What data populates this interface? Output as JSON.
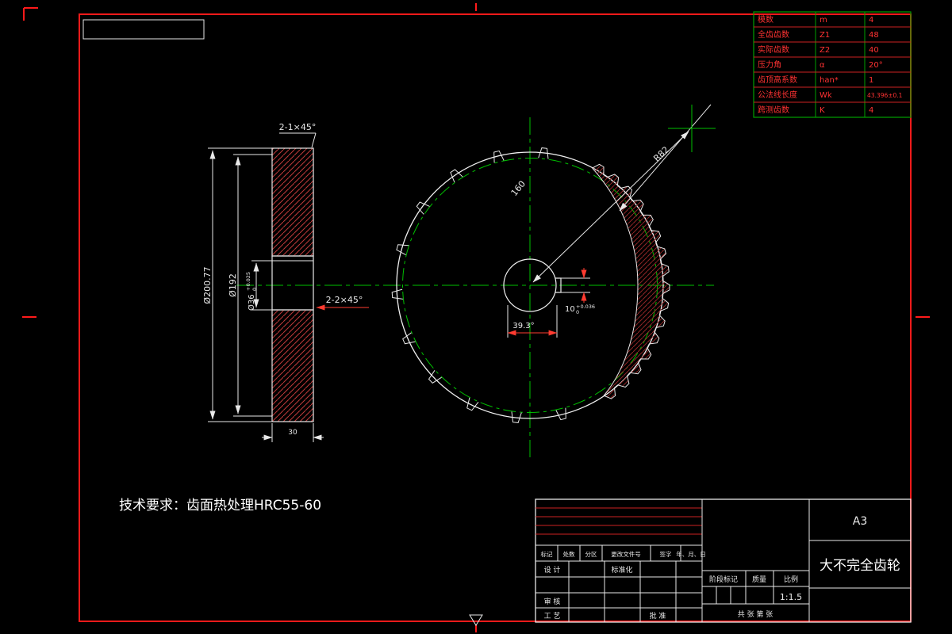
{
  "param_table": {
    "rows": [
      {
        "label": "模数",
        "symbol": "m",
        "value": "4"
      },
      {
        "label": "全齿齿数",
        "symbol": "Z1",
        "value": "48"
      },
      {
        "label": "实际齿数",
        "symbol": "Z2",
        "value": "40"
      },
      {
        "label": "压力角",
        "symbol": "α",
        "value": "20°"
      },
      {
        "label": "齿顶高系数",
        "symbol": "han*",
        "value": "1"
      },
      {
        "label": "公法线长度",
        "symbol": "Wk",
        "value": "43.396±0.1"
      },
      {
        "label": "跨测齿数",
        "symbol": "K",
        "value": "4"
      }
    ]
  },
  "section_view": {
    "chamfer_top": "2-1×45°",
    "chamfer_bore": "2-2×45°",
    "dim_outer": "Ø200.77",
    "dim_root": "Ø192",
    "dim_bore": "Ø36",
    "bore_tol_upper": "+0.025",
    "bore_tol_lower": "0",
    "dim_width": "30"
  },
  "front_view": {
    "dim_radius": "R82",
    "dim_length": "160",
    "dim_angle": "39.3°",
    "dim_keyway": "10",
    "key_tol_upper": "+0.036",
    "key_tol_lower": "0"
  },
  "notes": {
    "tech_req": "技术要求：齿面热处理HRC55-60"
  },
  "title_block": {
    "paper_size": "A3",
    "drawing_title": "大不完全齿轮",
    "scale_value": "1:1.5",
    "rev_headers": [
      "标记",
      "处数",
      "分区",
      "更改文件号",
      "签字",
      "年、月、日"
    ],
    "roles": {
      "design": "设 计",
      "standardization": "标准化",
      "review": "审 核",
      "process": "工 艺",
      "approve": "批 准"
    },
    "stage_label": "阶段标记",
    "mass_label": "质量",
    "scale_label": "比例",
    "sheet_label": "共 张 第 张"
  },
  "colors": {
    "frame": "#ff1a1a",
    "line": "#e8e8e8",
    "center": "#00c000",
    "table_text": "#ff3232"
  }
}
